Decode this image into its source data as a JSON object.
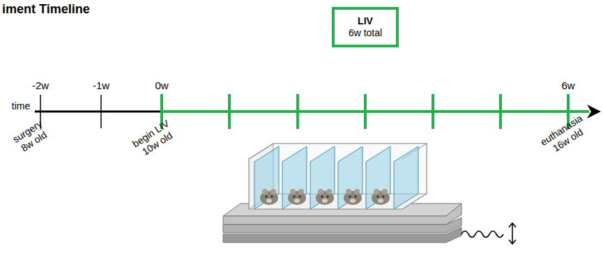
{
  "diagram": {
    "title": "iment Timeline",
    "nodes": [
      {
        "text": [
          "LIV",
          "6w total"
        ]
      }
    ],
    "labels": [
      "-2w",
      "-1w",
      "0w",
      "6w",
      "time",
      "surgery",
      "8w old",
      "begin LIV",
      "10w old",
      "euthanasia",
      "16w old"
    ]
  }
}
